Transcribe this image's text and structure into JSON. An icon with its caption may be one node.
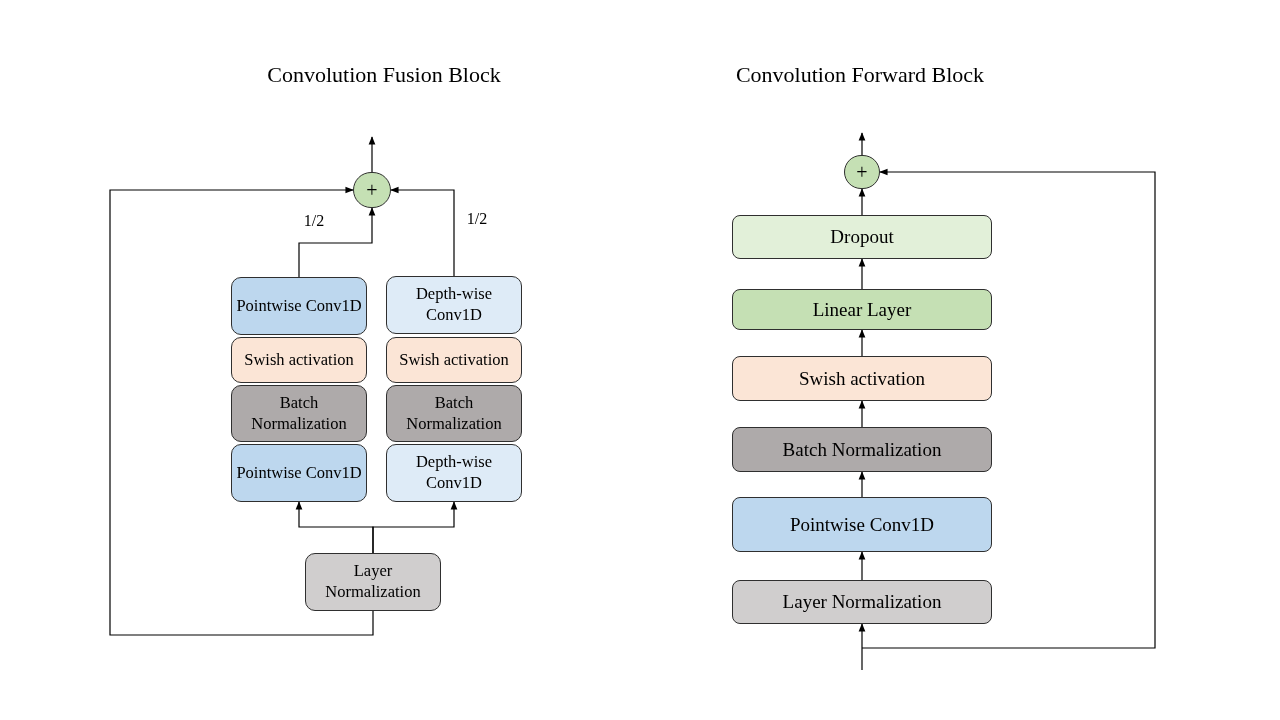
{
  "diagram": {
    "nodes": [
      {
        "text": [
          "+"
        ]
      },
      {
        "text": [
          "Pointwise Conv1D"
        ]
      },
      {
        "text": [
          "Swish activation"
        ]
      },
      {
        "text": [
          "Batch Normalization"
        ]
      },
      {
        "text": [
          "Pointwise Conv1D"
        ]
      },
      {
        "text": [
          "Depth-wise Conv1D"
        ]
      },
      {
        "text": [
          "Swish activation"
        ]
      },
      {
        "text": [
          "Batch Normalization"
        ]
      },
      {
        "text": [
          "Depth-wise Conv1D"
        ]
      },
      {
        "text": [
          "Layer Normalization"
        ]
      },
      {
        "text": [
          "+"
        ]
      },
      {
        "text": [
          "Dropout"
        ]
      },
      {
        "text": [
          "Linear Layer"
        ]
      },
      {
        "text": [
          "Swish activation"
        ]
      },
      {
        "text": [
          "Batch Normalization"
        ]
      },
      {
        "text": [
          "Pointwise Conv1D"
        ]
      },
      {
        "text": [
          "Layer Normalization"
        ]
      }
    ],
    "edges": [
      {
        "from": 0,
        "to": null,
        "arrow": "to"
      },
      {
        "from": 1,
        "to": 0,
        "arrow": "to",
        "label": "1/2"
      },
      {
        "from": 5,
        "to": 0,
        "arrow": "to",
        "label": "1/2"
      },
      {
        "from": 9,
        "to": 0,
        "arrow": "to"
      },
      {
        "from": 9,
        "to": 4,
        "arrow": "to"
      },
      {
        "from": 9,
        "to": 8,
        "arrow": "to"
      },
      {
        "from": 10,
        "to": null,
        "arrow": "to"
      },
      {
        "from": 11,
        "to": 10,
        "arrow": "to"
      },
      {
        "from": 12,
        "to": 11,
        "arrow": "to"
      },
      {
        "from": 13,
        "to": 12,
        "arrow": "to"
      },
      {
        "from": 14,
        "to": 13,
        "arrow": "to"
      },
      {
        "from": 15,
        "to": 14,
        "arrow": "to"
      },
      {
        "from": 16,
        "to": 15,
        "arrow": "to"
      },
      {
        "from": null,
        "to": 16,
        "arrow": "to"
      },
      {
        "from": null,
        "to": 10,
        "arrow": "to"
      }
    ],
    "labels": [
      "Convolution Fusion Block",
      "Convolution Forward Block"
    ]
  }
}
